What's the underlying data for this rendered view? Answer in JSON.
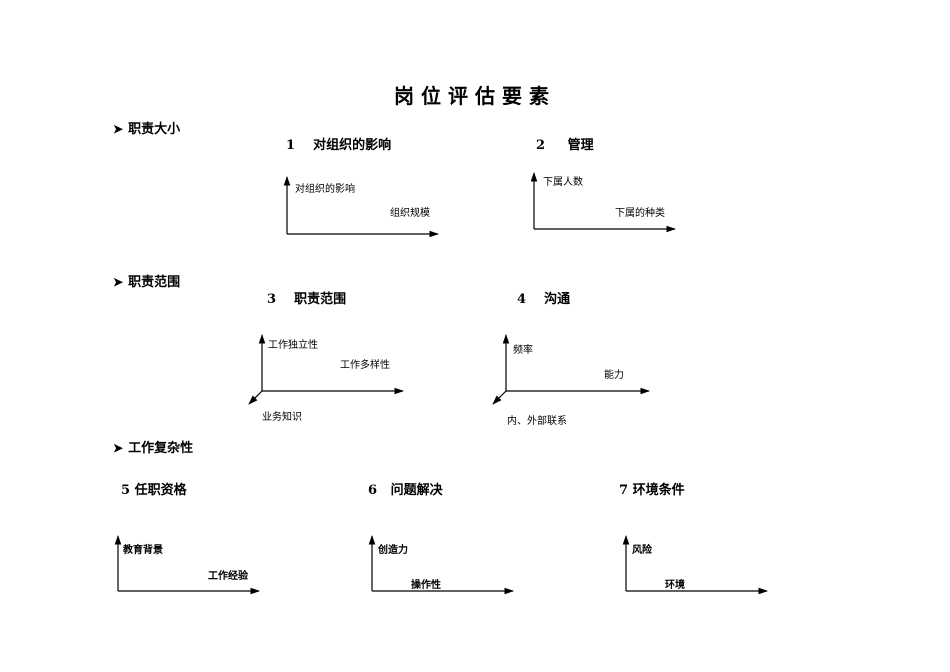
{
  "title": "岗位评估要素",
  "sections": [
    {
      "label": "职责大小",
      "factors": [
        {
          "label": "1    对组织的影响",
          "y_axis": "对组织的影响",
          "x_axis": "组织规模"
        },
        {
          "label": "2     管理",
          "y_axis": "下属人数",
          "x_axis": "下属的种类"
        }
      ]
    },
    {
      "label": "职责范围",
      "factors": [
        {
          "label": "3    职责范围",
          "y_axis": "工作独立性",
          "x_axis": "工作多样性",
          "z_axis": "业务知识"
        },
        {
          "label": "4    沟通",
          "y_axis": "频率",
          "x_axis": "能力",
          "z_axis": "内、外部联系"
        }
      ]
    },
    {
      "label": "工作复杂性",
      "factors": [
        {
          "label": "5 任职资格",
          "y_axis": "教育背景",
          "x_axis": "工作经验"
        },
        {
          "label": "6   问题解决",
          "y_axis": "创造力",
          "x_axis": "操作性"
        },
        {
          "label": "7 环境条件",
          "y_axis": "风险",
          "x_axis": "环境"
        }
      ]
    }
  ]
}
